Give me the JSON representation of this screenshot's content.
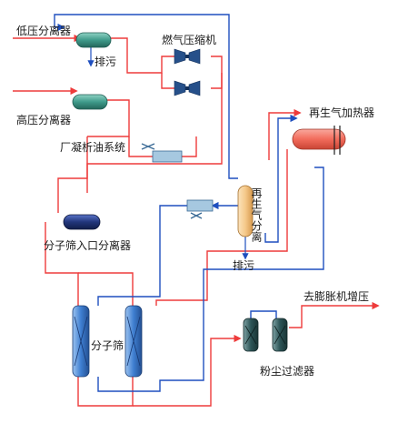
{
  "labels": {
    "low_pressure_separator": "低压分离器",
    "drain_top": "排污",
    "fuel_gas_compressor": "燃气压缩机",
    "high_pressure_separator": "高压分离器",
    "oil_system": "厂凝析油系统",
    "regen_gas_heater": "再生气加热器",
    "regen_gas_separator": "再生气分离",
    "mol_sieve_inlet_separator": "分子筛入口分离器",
    "drain_mid": "排污",
    "to_expander_booster": "去膨胀机增压",
    "mol_sieve": "分子筛",
    "dust_filter": "粉尘过滤器"
  },
  "colors": {
    "gas_line": "#ee3b3b",
    "regen_line": "#1f4fbf",
    "vessel_green": "#3f9a8a",
    "vessel_orange": "#f5c98a",
    "vessel_red": "#f26b5b",
    "vessel_navy": "#21357a",
    "vessel_blue": "#3f7fd1",
    "vessel_dark": "#2d5557",
    "compressor": "#26508a",
    "cooler": "#a6c8e0"
  }
}
